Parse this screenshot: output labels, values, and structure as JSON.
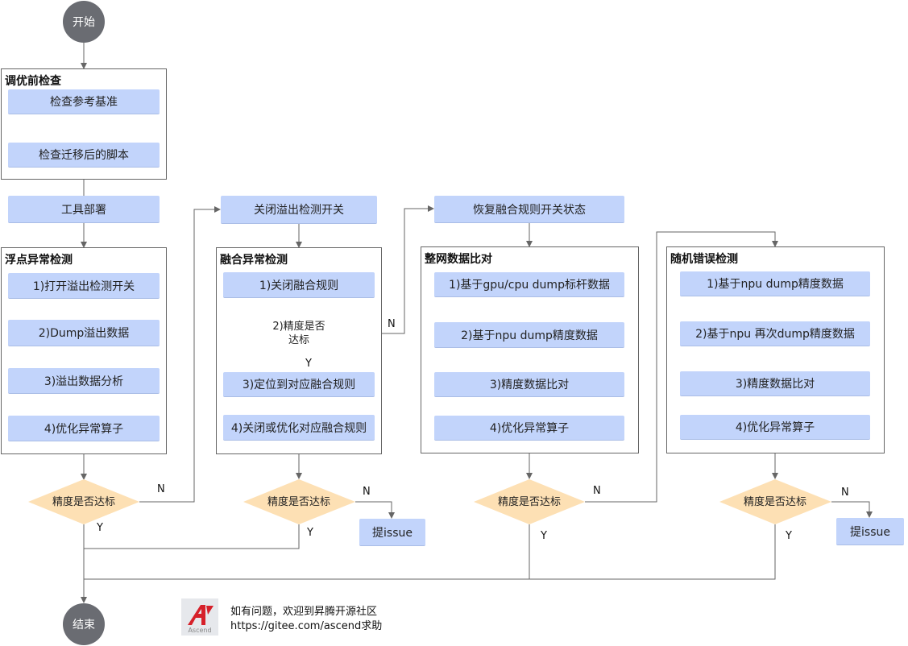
{
  "start": "开始",
  "end": "结束",
  "groups": {
    "precheck": {
      "title": "调优前检查",
      "steps": [
        "检查参考基准",
        "检查迁移后的脚本"
      ]
    },
    "float": {
      "title": "浮点异常检测",
      "steps": [
        "1)打开溢出检测开关",
        "2)Dump溢出数据",
        "3)溢出数据分析",
        "4)优化异常算子"
      ]
    },
    "fusion": {
      "title": "融合异常检测",
      "step1": "1)关闭融合规则",
      "decision": "2)精度是否达标",
      "step3": "3)定位到对应融合规则",
      "step4": "4)关闭或优化对应融合规则"
    },
    "network": {
      "title": "整网数据比对",
      "steps": [
        "1)基于gpu/cpu dump标杆数据",
        "2)基于npu dump精度数据",
        "3)精度数据比对",
        "4)优化异常算子"
      ]
    },
    "random": {
      "title": "随机错误检测",
      "steps": [
        "1)基于npu dump精度数据",
        "2)基于npu 再次dump精度数据",
        "3)精度数据比对",
        "4)优化异常算子"
      ]
    }
  },
  "tool_deploy": "工具部署",
  "close_overflow": "关闭溢出检测开关",
  "restore_fusion": "恢复融合规则开关状态",
  "decision_label": "精度是否达标",
  "issue_label": "提issue",
  "yes": "Y",
  "no": "N",
  "footer": {
    "line1": "如有问题，欢迎到昇腾开源社区",
    "line2": "https://gitee.com/ascend求助",
    "logo_text": "Ascend"
  },
  "colors": {
    "box": "#c2d4fb",
    "decision": "#fde0b4",
    "circle": "#6a6c72",
    "line": "#666666",
    "logo_red": "#d6202a"
  }
}
